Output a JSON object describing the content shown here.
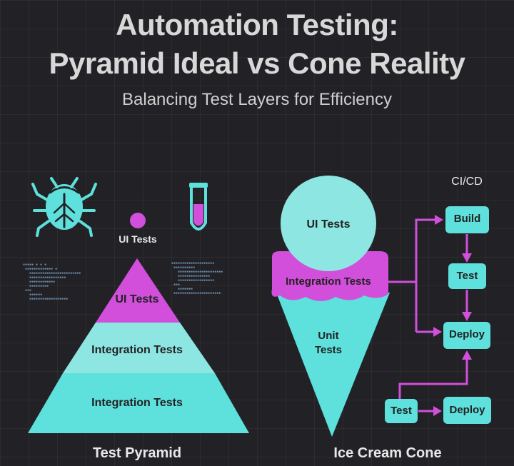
{
  "header": {
    "title_line1": "Automation Testing:",
    "title_line2": "Pyramid Ideal vs Cone Reality",
    "subtitle": "Balancing Test Layers for Efficiency"
  },
  "pyramid": {
    "floating_label": "UI Tests",
    "layers": [
      "UI Tests",
      "Integration Tests",
      "Integration Tests"
    ],
    "caption": "Test Pyramid"
  },
  "cone": {
    "scoop_top": "UI Tests",
    "scoop_middle": "Integration Tests",
    "cone_line1": "Unit",
    "cone_line2": "Tests",
    "caption": "Ice Cream Cone"
  },
  "pipeline": {
    "title": "CI/CD",
    "build": "Build",
    "test": "Test",
    "deploy": "Deploy",
    "bottom_test": "Test",
    "bottom_deploy": "Deploy"
  },
  "icons": [
    "bug-icon",
    "test-tube-icon"
  ],
  "colors": {
    "background": "#222226",
    "teal": "#5ee0dc",
    "teal_light": "#8ee6e2",
    "magenta": "#d24fdc"
  }
}
